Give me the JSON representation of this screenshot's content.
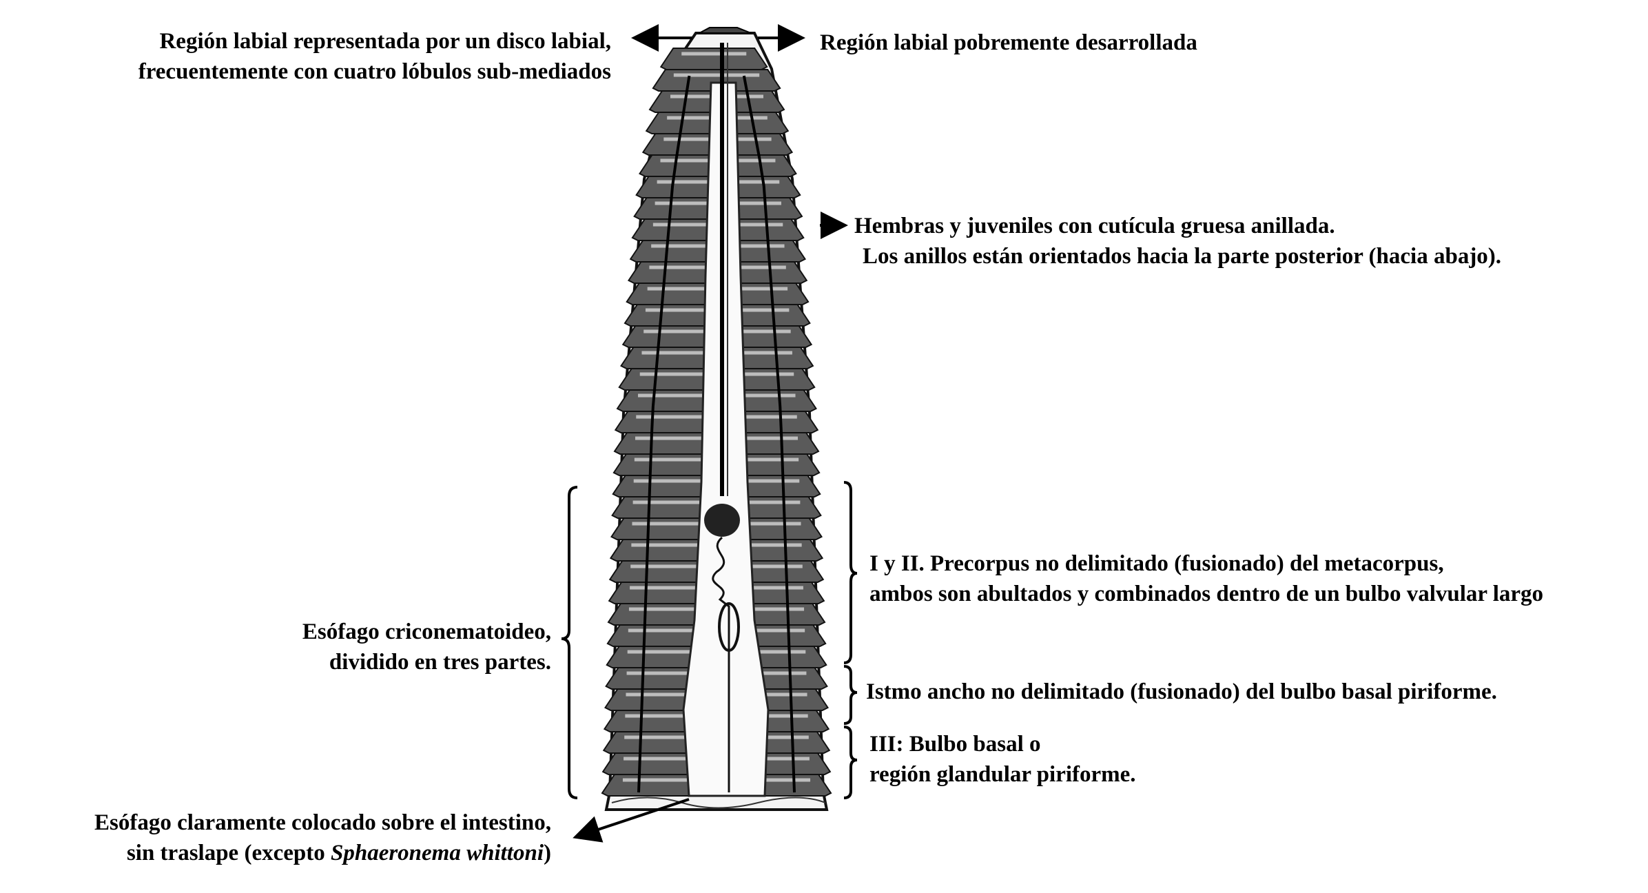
{
  "labels": {
    "labial_left_1": "Región labial representada por un disco labial,",
    "labial_left_2": "frecuentemente con cuatro lóbulos sub-mediados",
    "labial_right": "Región labial pobremente desarrollada",
    "cuticle_1": "Hembras y juveniles con cutícula gruesa anillada.",
    "cuticle_2": "Los anillos están orientados hacia la parte posterior (hacia abajo).",
    "esophagus_1": "Esófago criconematoideo,",
    "esophagus_2": "dividido en tres partes.",
    "parts_1_2_line1": "I y II. Precorpus no delimitado (fusionado) del metacorpus,",
    "parts_1_2_line2": "ambos son abultados y combinados dentro de un bulbo valvular largo",
    "isthmus": "Istmo ancho no delimitado (fusionado) del bulbo basal piriforme.",
    "part_3_line1": "III: Bulbo basal o",
    "part_3_line2": "región glandular piriforme.",
    "intestine_1": "Esófago claramente colocado sobre el intestino,",
    "intestine_2_prefix": "sin traslape (excepto ",
    "intestine_2_species": "Sphaeronema whittoni",
    "intestine_2_suffix": ")"
  }
}
